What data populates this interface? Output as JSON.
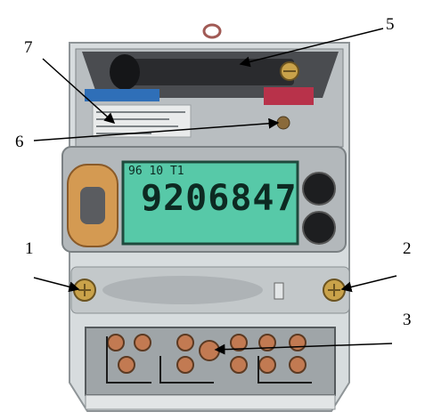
{
  "callouts": {
    "c1": "1",
    "c2": "2",
    "c3": "3",
    "c5": "5",
    "c6": "6",
    "c7": "7"
  },
  "meter": {
    "lcd_small": "96 10  T1",
    "lcd_reading": "9206847"
  },
  "colors": {
    "lcd_green": "#57c9a8",
    "body_grey": "#bfc4c6",
    "dark_panel": "#3b3d40",
    "screw_brass": "#c9a24a",
    "terminal_copper": "#c27a52",
    "seal_red": "#b8324a",
    "label_blue": "#2f6fb8"
  }
}
